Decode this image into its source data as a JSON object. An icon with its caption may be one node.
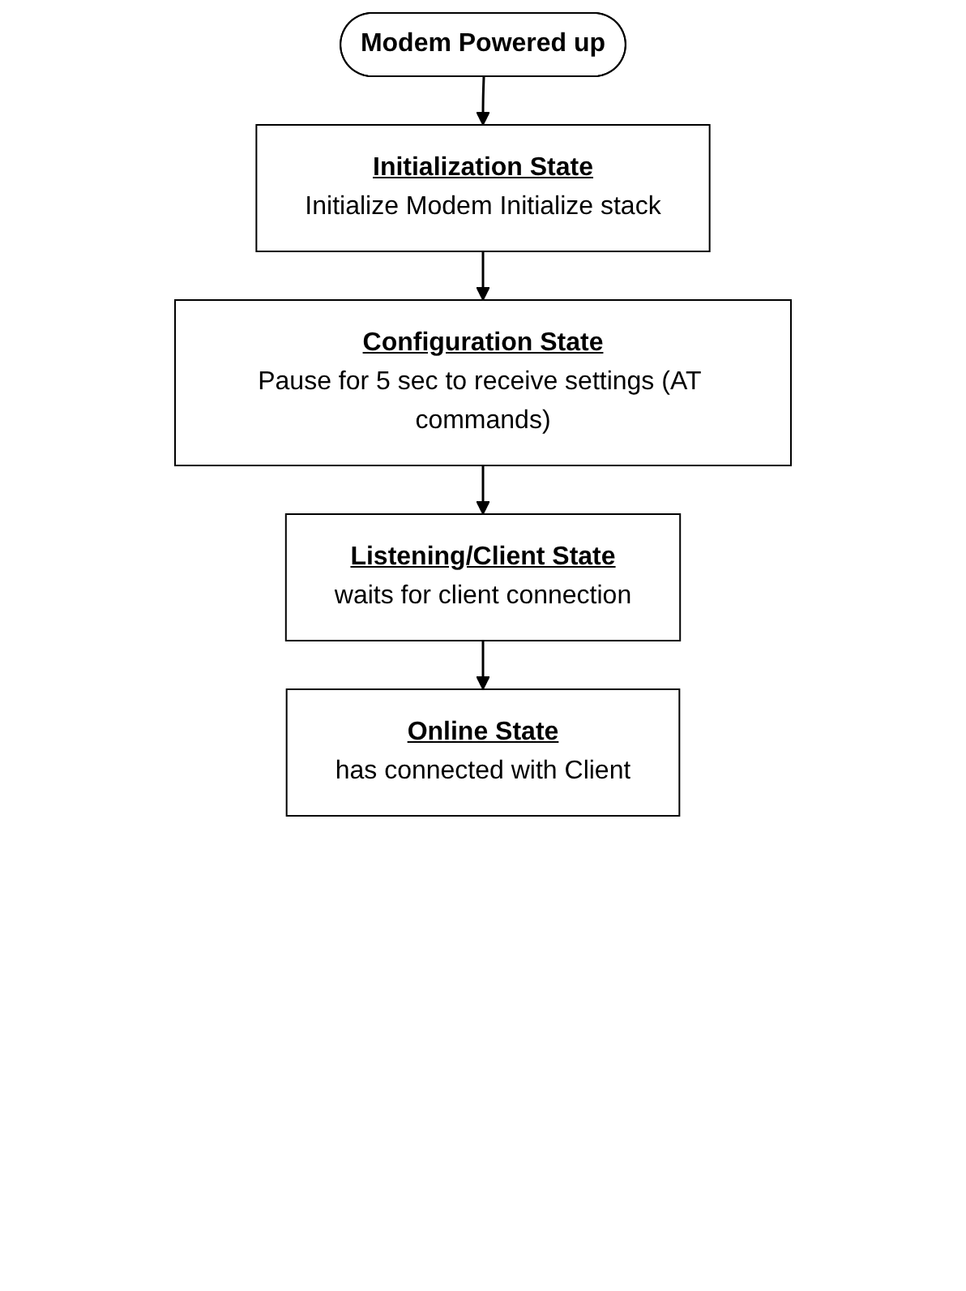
{
  "diagram": {
    "nodes": [
      {
        "text": [
          "Modem Powered up"
        ]
      },
      {
        "text": [
          "Initialization State",
          "Initialize Modem Initialize stack"
        ]
      },
      {
        "text": [
          "Configuration State",
          "Pause for 5 sec to receive settings (AT commands)"
        ]
      },
      {
        "text": [
          "Listening/Client State",
          "waits for client connection"
        ]
      },
      {
        "text": [
          "Online State",
          "has connected with Client"
        ]
      }
    ],
    "edges": [
      {
        "from": 0,
        "to": 1,
        "arrow": "to"
      },
      {
        "from": 1,
        "to": 2,
        "arrow": "to"
      },
      {
        "from": 2,
        "to": 3,
        "arrow": "to"
      },
      {
        "from": 3,
        "to": 4,
        "arrow": "to"
      }
    ]
  }
}
